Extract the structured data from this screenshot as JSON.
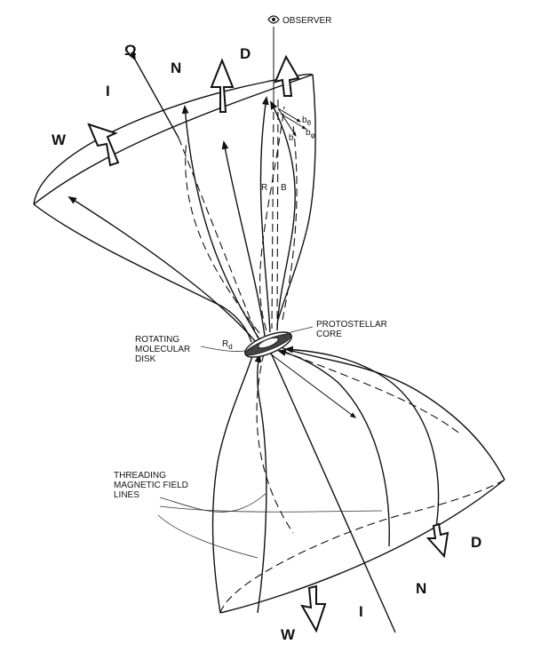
{
  "labels": {
    "observer": "OBSERVER",
    "omega": "Ω",
    "wind_top": [
      "W",
      "I",
      "N",
      "D"
    ],
    "wind_bottom": [
      "W",
      "I",
      "N",
      "D"
    ],
    "b": "b",
    "b_theta": "b",
    "b_theta_sub": "θ",
    "b_phi": "b",
    "b_phi_sub": "φ",
    "R": "R",
    "B": "B",
    "R_d": "R",
    "R_d_sub": "d",
    "protostellar_core": [
      "PROTOSTELLAR",
      "CORE"
    ],
    "rotating_disk": [
      "ROTATING",
      "MOLECULAR",
      "DISK"
    ],
    "field_lines": [
      "THREADING",
      "MAGNETIC FIELD",
      "LINES"
    ]
  },
  "colors": {
    "ink": "#111111",
    "background": "#ffffff"
  }
}
